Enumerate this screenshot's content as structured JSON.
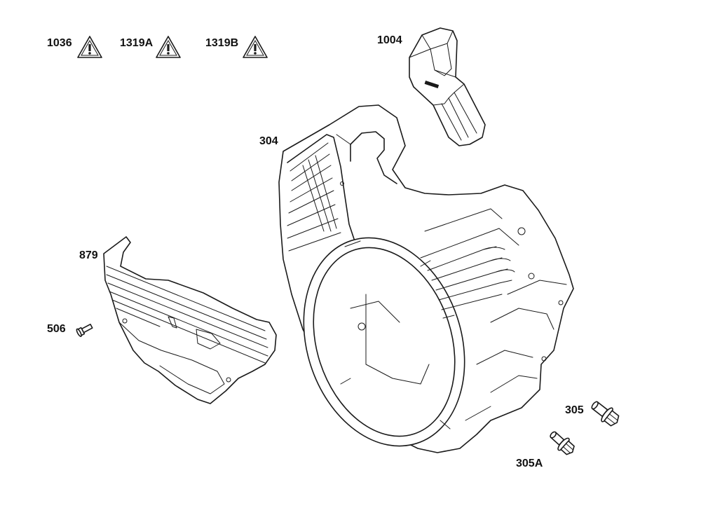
{
  "warnings": [
    {
      "id": "1036",
      "icon": "warning-triangle-icon"
    },
    {
      "id": "1319A",
      "icon": "warning-triangle-icon"
    },
    {
      "id": "1319B",
      "icon": "warning-triangle-icon"
    }
  ],
  "parts": {
    "p1004": "1004",
    "p304": "304",
    "p879": "879",
    "p506": "506",
    "p305": "305",
    "p305a": "305A"
  },
  "colors": {
    "line": "#1a1a1a",
    "background": "#ffffff"
  }
}
